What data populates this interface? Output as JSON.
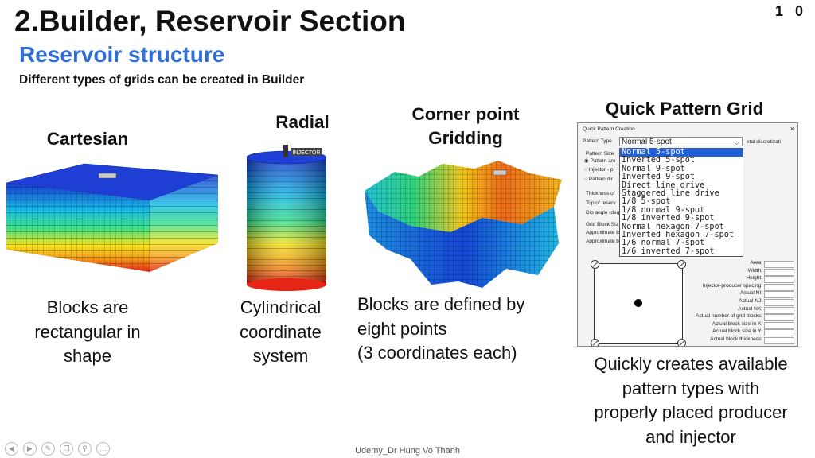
{
  "slide": {
    "title": "2.Builder, Reservoir Section",
    "number": "1 0",
    "subtitle": "Reservoir structure",
    "intro": "Different types of grids can be created in Builder",
    "credit": "Udemy_Dr Hung Vo Thanh"
  },
  "sections": {
    "cartesian": {
      "label": "Cartesian",
      "desc": [
        "Blocks are",
        "rectangular in",
        "shape"
      ]
    },
    "radial": {
      "label": "Radial",
      "desc": [
        "Cylindrical",
        "coordinate",
        "system"
      ],
      "well_tag": "INJECTOR"
    },
    "corner": {
      "label": [
        "Corner point",
        "Gridding"
      ],
      "desc": [
        "Blocks are defined by",
        "eight points",
        "(3 coordinates each)"
      ]
    },
    "quick": {
      "label": "Quick Pattern Grid",
      "desc": [
        "Quickly creates available",
        "pattern types with",
        "properly placed producer",
        "and injector"
      ]
    }
  },
  "dialog": {
    "title": "Quick Pattern Creation",
    "close": "×",
    "pattern_type_label": "Pattern Type",
    "pattern_type_value": "Normal 5-spot",
    "side_note": "etal discretizati",
    "pattern_size_label": "Pattern Size",
    "radio_1": "Pattern are",
    "radio_2": "Injector - p",
    "radio_3": "Pattern dir",
    "thickness": "Thickness of",
    "top": "Top of reserv",
    "dip": "Dip angle (deg",
    "grid_block": "Grid Block Siz",
    "approx_1": "Approximate b",
    "approx_2": "Approximate b",
    "options": [
      "Normal 5-spot",
      "Inverted 5-spot",
      "Normal 9-spot",
      "Inverted 9-spot",
      "Direct line drive",
      "Staggered line drive",
      "1/8 5-spot",
      "1/8 normal 9-spot",
      "1/8 inverted 9-spot",
      "Normal hexagon 7-spot",
      "Inverted hexagon 7-spot",
      "1/6 normal 7-spot",
      "1/6 inverted 7-spot"
    ],
    "selected_index": 0,
    "right_labels": [
      "Area:",
      "Width:",
      "Height:",
      "Injector-producer spacing:",
      "Actual NI:",
      "Actual NJ:",
      "Actual NK:",
      "Actual number of grid blocks:",
      "Actual block size in X:",
      "Actual block size in Y:",
      "Actual block thickness:"
    ]
  },
  "colors": {
    "accent": "#2f6fd6",
    "selection": "#1f5fd8"
  },
  "icons": [
    "prev-icon",
    "play-icon",
    "pen-icon",
    "copy-icon",
    "zoom-icon",
    "more-icon"
  ]
}
